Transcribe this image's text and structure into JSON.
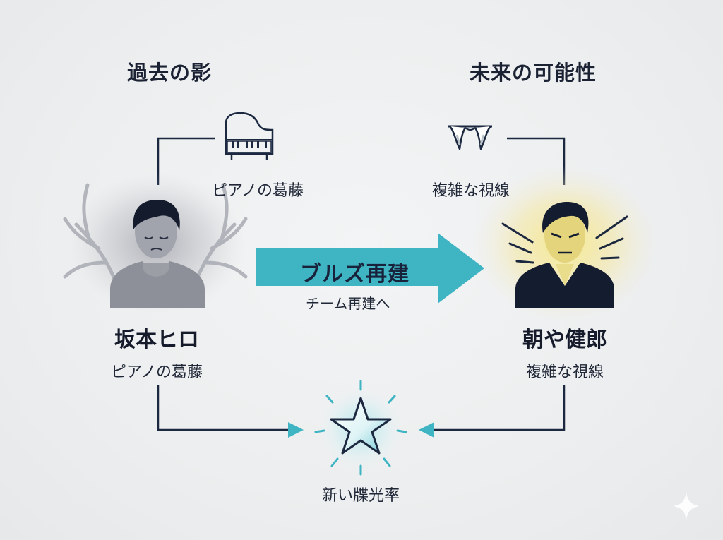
{
  "diagram": {
    "left_heading": "過去の影",
    "right_heading": "未来の可能性",
    "left_icon_caption": "ピアノの葛藤",
    "right_icon_caption": "複雑な視線",
    "left_person": {
      "name": "坂本ヒロ",
      "description": "ピアノの葛藤"
    },
    "right_person": {
      "name": "朝や健郎",
      "description": "複雑な視線"
    },
    "center_arrow": {
      "label": "ブルズ再建",
      "sublabel": "チーム再建へ"
    },
    "bottom_node": {
      "label": "新い牒光率"
    }
  },
  "colors": {
    "accent_teal": "#3fb4c3",
    "line_navy": "#1b2840",
    "glow_yellow": "#f4e27a",
    "shadow_gray": "#8b8d96"
  },
  "icons": [
    "piano-icon",
    "fangs-icon",
    "star-icon",
    "tree-branches",
    "sparkle-icon"
  ]
}
